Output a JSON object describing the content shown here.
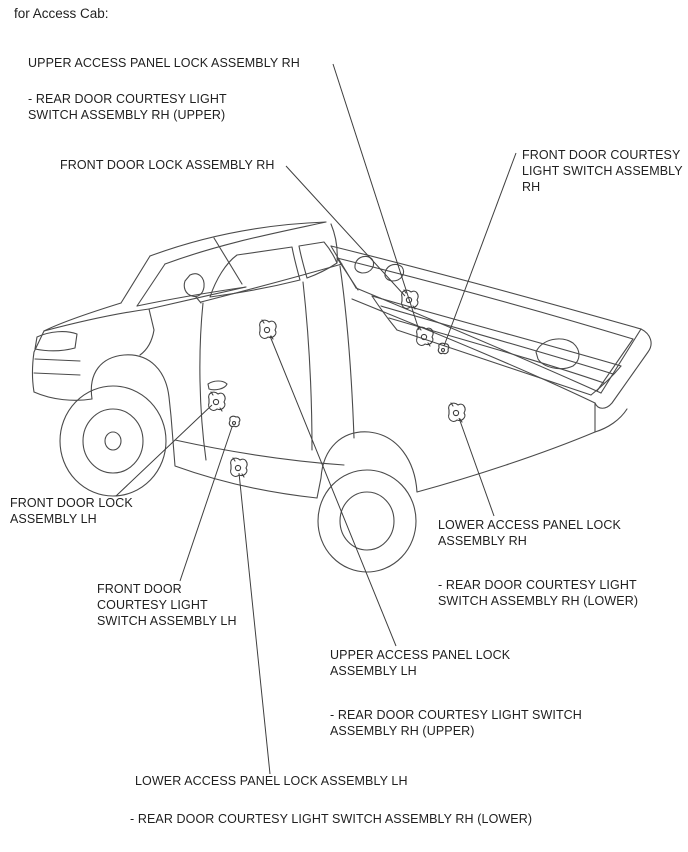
{
  "caption": "for Access Cab:",
  "line_color": "#4b4b4b",
  "labels": {
    "upper_access_panel_lock_rh": "UPPER ACCESS PANEL LOCK ASSEMBLY RH",
    "note_upper_rh": "- REAR DOOR COURTESY LIGHT SWITCH ASSEMBLY RH (UPPER)",
    "front_door_lock_rh": "FRONT DOOR LOCK ASSEMBLY RH",
    "front_door_courtesy_switch_rh": "FRONT DOOR COURTESY LIGHT SWITCH ASSEMBLY RH",
    "front_door_lock_lh": "FRONT DOOR LOCK ASSEMBLY LH",
    "lower_access_panel_lock_rh": "LOWER ACCESS PANEL LOCK ASSEMBLY RH",
    "note_lower_rh": "- REAR DOOR COURTESY LIGHT SWITCH ASSEMBLY RH (LOWER)",
    "front_door_courtesy_switch_lh": "FRONT DOOR COURTESY LIGHT SWITCH ASSEMBLY LH",
    "upper_access_panel_lock_lh": "UPPER ACCESS PANEL LOCK ASSEMBLY LH",
    "note_upper_lh": "- REAR DOOR COURTESY LIGHT SWITCH ASSEMBLY RH (UPPER)",
    "lower_access_panel_lock_lh": "LOWER ACCESS PANEL LOCK ASSEMBLY LH",
    "note_lower_lh": "- REAR DOOR COURTESY LIGHT SWITCH ASSEMBLY RH (LOWER)"
  }
}
